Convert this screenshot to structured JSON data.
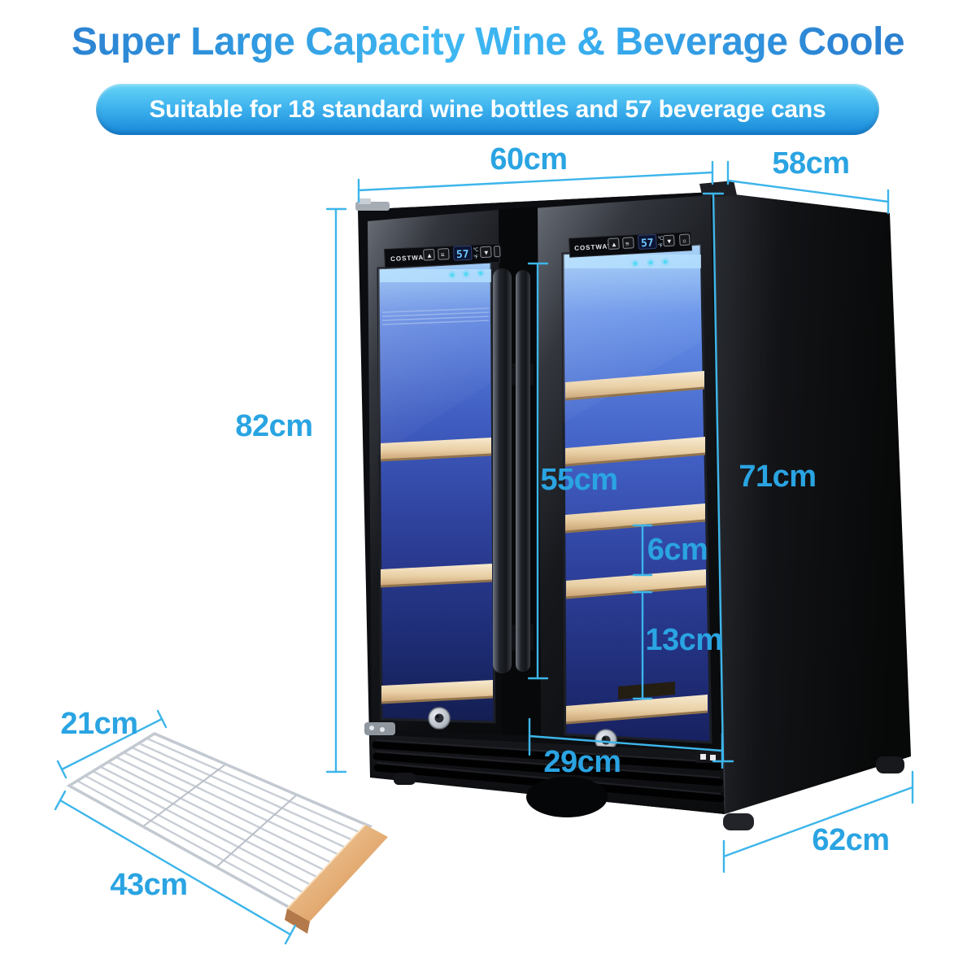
{
  "css_vars": {
    "accent": "#3db5ea",
    "label": "#2aa4e2",
    "banner_top": "#66d4f7",
    "banner_mid": "#3fb4ee",
    "banner_bottom": "#1787d9",
    "title_start": "#2b7ccd",
    "title_mid": "#3eb8f2",
    "title_end": "#2a7acb"
  },
  "title": {
    "text": "Super Large Capacity Wine & Beverage Coole"
  },
  "banner": {
    "text": "Suitable for 18 standard wine bottles and 57 beverage cans",
    "text_color": "#ffffff"
  },
  "dimensions": {
    "top_width": {
      "label": "60cm"
    },
    "top_depth": {
      "label": "58cm"
    },
    "overall_height": {
      "label": "82cm"
    },
    "glass_height": {
      "label": "55cm"
    },
    "body_height": {
      "label": "71cm"
    },
    "shelf_gap_small": {
      "label": "6cm"
    },
    "shelf_gap_large": {
      "label": "13cm"
    },
    "door_width": {
      "label": "29cm"
    },
    "base_depth": {
      "label": "62cm"
    },
    "rack_depth": {
      "label": "21cm"
    },
    "rack_width": {
      "label": "43cm"
    }
  },
  "product": {
    "brand": "COSTWAY",
    "display_left": "57",
    "display_right": "57",
    "unit_c": "℃",
    "unit_f": "℉",
    "panel": {
      "up_glyph": "▲",
      "menu_glyph": "≡",
      "down_glyph": "▼",
      "light_glyph": "☼"
    },
    "colors": {
      "body": "#0c0d10",
      "interior_blue": "#3a55b4",
      "shelf_wood": "#eed9b4",
      "handle_wood": "#e2ab74",
      "rack_chrome": "#c6cbd2",
      "led_dot": "#54d8f5"
    }
  }
}
